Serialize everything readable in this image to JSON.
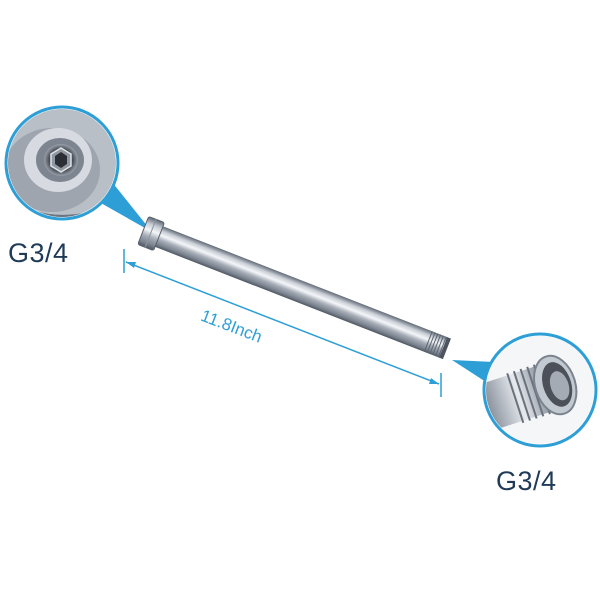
{
  "callouts": {
    "left_label": "G3/4",
    "right_label": "G3/4"
  },
  "dimension": {
    "label": "11.8Inch"
  },
  "colors": {
    "accent": "#2e9fd6",
    "label_text": "#1f3b57",
    "metal_light": "#eef1f5",
    "metal_dark": "#6f7885"
  }
}
